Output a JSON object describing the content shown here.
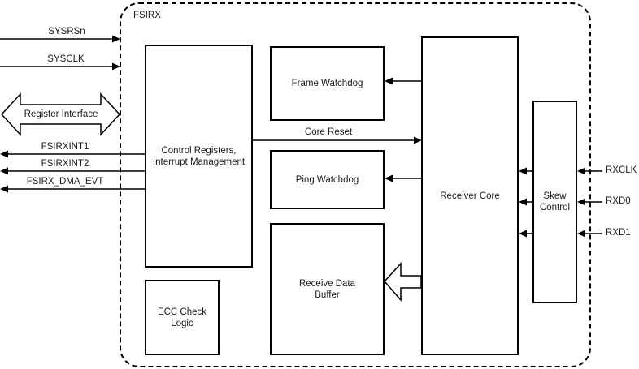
{
  "diagram": {
    "module_label": "FSIRX",
    "blocks": {
      "control_registers": "Control Registers,\nInterrupt Management",
      "ecc_check": "ECC Check\nLogic",
      "frame_watchdog": "Frame Watchdog",
      "ping_watchdog": "Ping Watchdog",
      "receive_data_buffer": "Receive Data\nBuffer",
      "receiver_core": "Receiver Core",
      "skew_control": "Skew\nControl"
    },
    "signals": {
      "left_inputs": [
        {
          "label": "SYSRSn",
          "direction": "in"
        },
        {
          "label": "SYSCLK",
          "direction": "in"
        }
      ],
      "register_bus": {
        "label": "Register Interface",
        "direction": "bidirectional"
      },
      "left_outputs": [
        {
          "label": "FSIRXINT1",
          "direction": "out"
        },
        {
          "label": "FSIRXINT2",
          "direction": "out"
        },
        {
          "label": "FSIRX_DMA_EVT",
          "direction": "out"
        }
      ],
      "right_inputs": [
        {
          "label": "RXCLK",
          "direction": "in"
        },
        {
          "label": "RXD0",
          "direction": "in"
        },
        {
          "label": "RXD1",
          "direction": "in"
        }
      ]
    },
    "internal": {
      "core_reset": "Core Reset"
    },
    "colors": {
      "line": "#000000",
      "background": "#ffffff"
    }
  }
}
